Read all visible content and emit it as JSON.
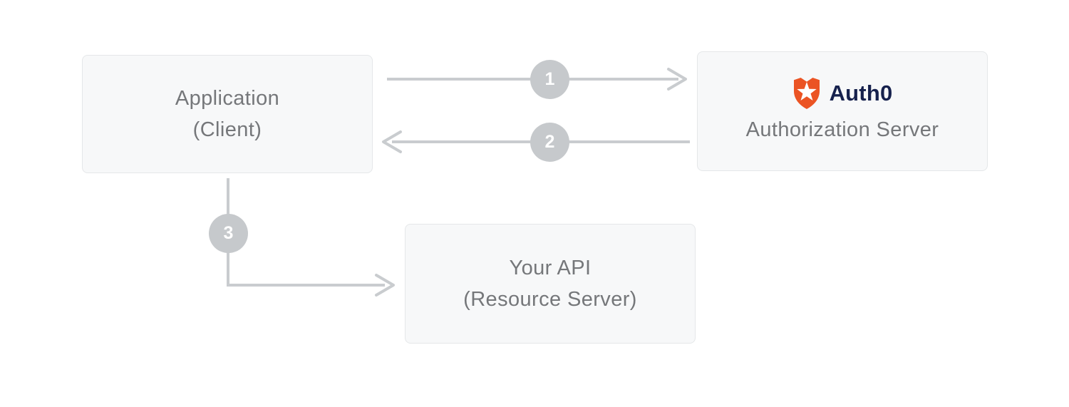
{
  "diagram": {
    "description": "OAuth flow diagram between an application, the Auth0 authorization server, and an API",
    "nodes": {
      "application": {
        "line1": "Application",
        "line2": "(Client)"
      },
      "auth_server": {
        "brand": "Auth0",
        "label": "Authorization Server"
      },
      "api": {
        "line1": "Your API",
        "line2": "(Resource Server)"
      }
    },
    "steps": [
      {
        "number": "1",
        "from": "application",
        "to": "auth_server",
        "direction": "right"
      },
      {
        "number": "2",
        "from": "auth_server",
        "to": "application",
        "direction": "left"
      },
      {
        "number": "3",
        "from": "application",
        "to": "api",
        "direction": "down-right"
      }
    ],
    "icons": {
      "auth0_logo": "auth0-shield-star-icon"
    },
    "colors": {
      "background": "#ffffff",
      "box_background": "#f7f8f9",
      "box_border": "#e5e7e9",
      "box_text": "#75777a",
      "arrow": "#c9cccf",
      "step_circle": "#c6c9cc",
      "step_number": "#ffffff",
      "auth0_orange": "#eb5424",
      "auth0_navy": "#16214d"
    }
  }
}
